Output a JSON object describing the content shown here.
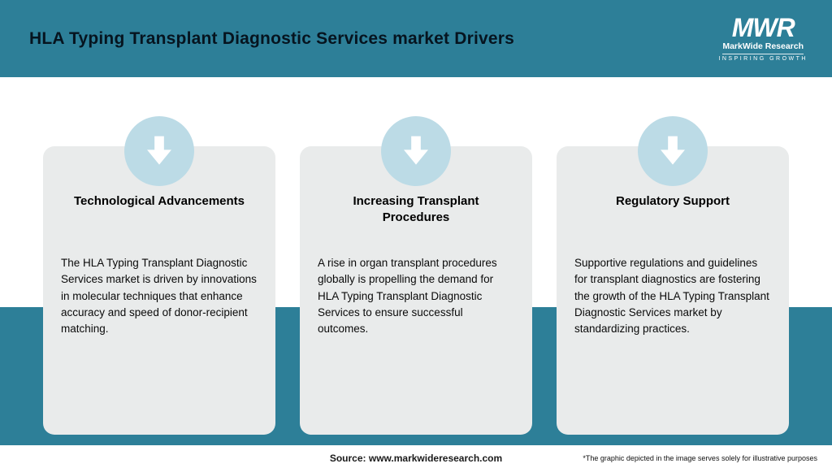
{
  "header": {
    "title": "HLA Typing Transplant Diagnostic Services market Drivers"
  },
  "logo": {
    "monogram": "MWR",
    "name": "MarkWide Research",
    "tagline": "INSPIRING GROWTH"
  },
  "cards": [
    {
      "title": "Technological Advancements",
      "body": "The HLA Typing Transplant Diagnostic Services market is driven by innovations in molecular techniques that enhance accuracy and speed of donor-recipient matching."
    },
    {
      "title": "Increasing Transplant Procedures",
      "body": "A rise in organ transplant procedures globally is propelling the demand for HLA Typing Transplant Diagnostic Services to ensure successful outcomes."
    },
    {
      "title": "Regulatory Support",
      "body": "Supportive regulations and guidelines for transplant diagnostics are fostering the growth of the HLA Typing Transplant Diagnostic Services market by standardizing practices."
    }
  ],
  "footer": {
    "source": "Source: www.markwideresearch.com",
    "disclaimer": "*The graphic depicted in the image serves solely for illustrative purposes"
  },
  "colors": {
    "teal": "#2d7f98",
    "circle_blue": "#bcdbe6",
    "card_gray": "#e9ebeb"
  }
}
